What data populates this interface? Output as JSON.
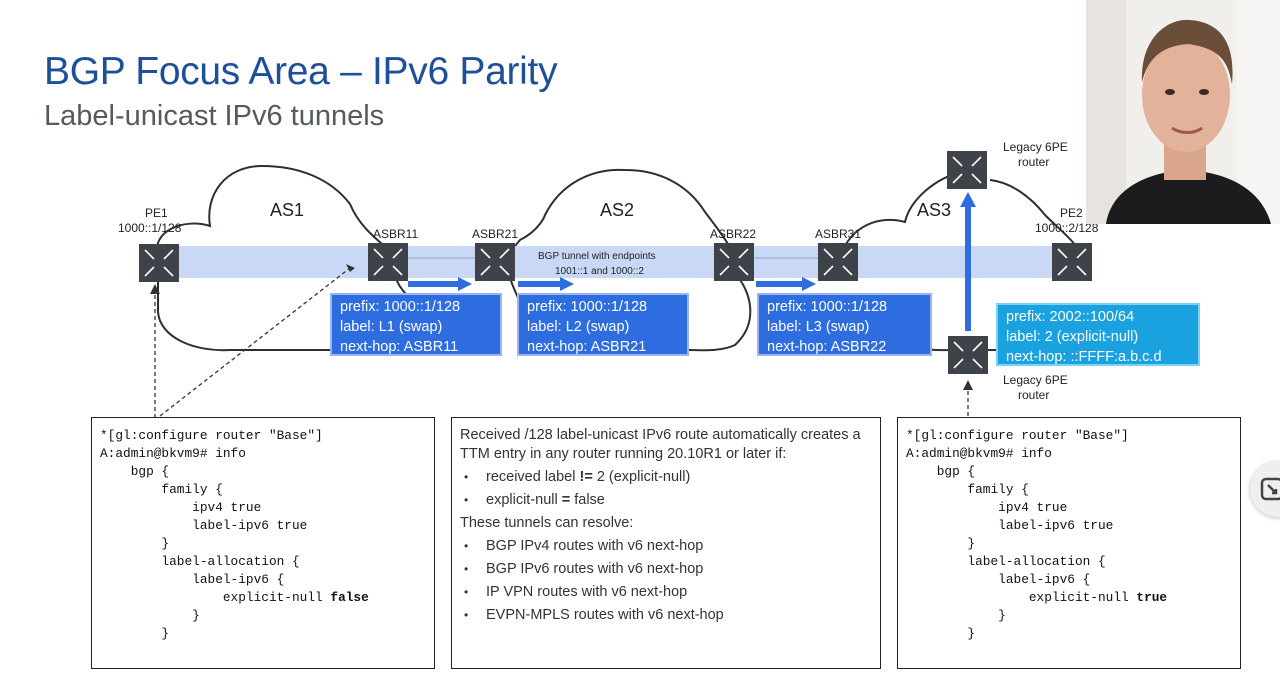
{
  "slide": {
    "title": "BGP Focus Area – IPv6 Parity",
    "subtitle": "Label-unicast IPv6 tunnels"
  },
  "diagram": {
    "as_labels": [
      "AS1",
      "AS2",
      "AS3"
    ],
    "routers": {
      "pe1": "PE1",
      "pe1_addr": "1000::1/128",
      "asbr11": "ASBR11",
      "asbr21": "ASBR21",
      "asbr22": "ASBR22",
      "asbr31": "ASBR31",
      "pe2": "PE2",
      "pe2_addr": "1000::2/128",
      "legacy_top_l1": "Legacy 6PE",
      "legacy_top_l2": "router",
      "legacy_bottom_l1": "Legacy 6PE",
      "legacy_bottom_l2": "router"
    },
    "tunnel_label_l1": "BGP tunnel with endpoints",
    "tunnel_label_l2": "1001::1 and 1000::2",
    "prefix_boxes": [
      {
        "prefix": "prefix: 1000::1/128",
        "label": "label: L1 (swap)",
        "next_hop": "next-hop:  ASBR11"
      },
      {
        "prefix": "prefix: 1000::1/128",
        "label": "label: L2 (swap)",
        "next_hop": "next-hop:  ASBR21"
      },
      {
        "prefix": "prefix: 1000::1/128",
        "label": "label: L3 (swap)",
        "next_hop": "next-hop:  ASBR22"
      },
      {
        "prefix": "prefix: 2002::100/64",
        "label": "label: 2 (explicit-null)",
        "next_hop": "next-hop: ::FFFF:a.b.c.d"
      }
    ],
    "colors": {
      "router_fill": "#3d4349",
      "tunnel_band": "#c9d8f5",
      "arrow_blue": "#2e6de0",
      "box_blue": "#2e6de0",
      "box_cyan": "#1aa2e0",
      "title_blue": "#1e4f9a"
    }
  },
  "config_left": {
    "lines": [
      "*[gl:configure router \"Base\"]",
      "A:admin@bkvm9# info",
      "    bgp {",
      "        family {",
      "            ipv4 true",
      "            label-ipv6 true",
      "        }",
      "        label-allocation {",
      "            label-ipv6 {",
      "                explicit-null ",
      "            }",
      "        }"
    ],
    "explicit_null_value": "false"
  },
  "config_right": {
    "lines": [
      "*[gl:configure router \"Base\"]",
      "A:admin@bkvm9# info",
      "    bgp {",
      "        family {",
      "            ipv4 true",
      "            label-ipv6 true",
      "        }",
      "        label-allocation {",
      "            label-ipv6 {",
      "                explicit-null ",
      "            }",
      "        }"
    ],
    "explicit_null_value": "true"
  },
  "info": {
    "intro": "Received /128 label-unicast IPv6 route automatically creates a TTM entry in any router running 20.10R1 or later if:",
    "cond1_pre": "received label ",
    "cond1_bold": "!=",
    "cond1_post": " 2 (explicit-null)",
    "cond2_pre": "explicit-null ",
    "cond2_bold": "=",
    "cond2_post": " false",
    "resolve_title": "These tunnels can resolve:",
    "resolve_items": [
      "BGP IPv4 routes with v6 next-hop",
      "BGP IPv6 routes with v6 next-hop",
      "IP VPN routes with v6 next-hop",
      "EVPN-MPLS routes with v6 next-hop"
    ]
  }
}
